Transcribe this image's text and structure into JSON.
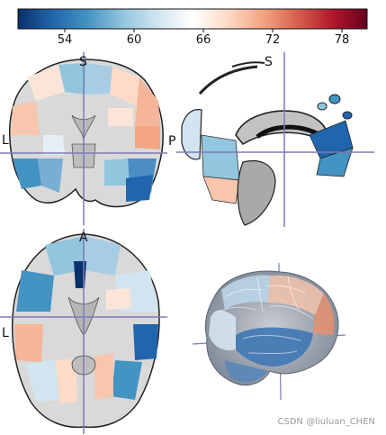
{
  "colorbar": {
    "ticks": [
      "54",
      "60",
      "66",
      "72",
      "78"
    ],
    "colors": [
      "#08306b",
      "#2166ac",
      "#4393c3",
      "#92c5de",
      "#d1e5f0",
      "#ffffff",
      "#fddbc7",
      "#f4a582",
      "#d6604d",
      "#b2182b",
      "#67001f"
    ]
  },
  "views": {
    "coronal": {
      "top": "S",
      "left": "L"
    },
    "sagittal": {
      "top": "S",
      "left": "P"
    },
    "axial": {
      "top": "A",
      "left": "L"
    }
  },
  "crosshair_color": "#7b7bb6",
  "watermark": "CSDN @liuluan_CHEN"
}
